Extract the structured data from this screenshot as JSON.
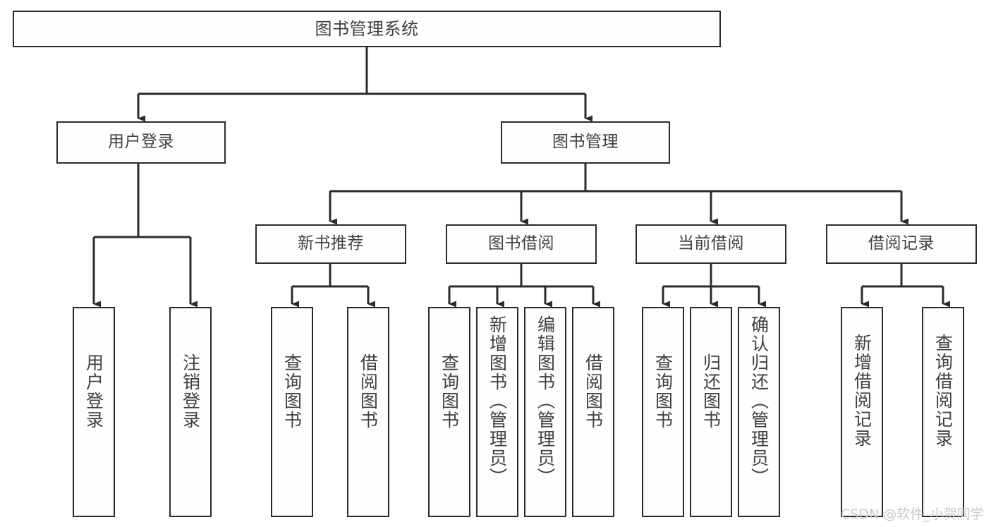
{
  "diagram": {
    "title": "图书管理系统",
    "type": "tree-hierarchy",
    "stroke_color": "#2b2b2b",
    "fill_color": "#fefefe",
    "text_color": "#3f3f3f",
    "background": "#ffffff"
  },
  "nodes": {
    "root": {
      "label": "图书管理系统",
      "level": 1
    },
    "level2": [
      {
        "id": "user-login",
        "label": "用户登录"
      },
      {
        "id": "book-management",
        "label": "图书管理"
      }
    ],
    "level3": [
      {
        "id": "new-book-recommend",
        "label": "新书推荐",
        "parent": "book-management"
      },
      {
        "id": "book-borrow",
        "label": "图书借阅",
        "parent": "book-management"
      },
      {
        "id": "current-borrow",
        "label": "当前借阅",
        "parent": "book-management"
      },
      {
        "id": "borrow-record",
        "label": "借阅记录",
        "parent": "book-management"
      }
    ],
    "leaves": [
      {
        "id": "leaf-user-login",
        "label": "用户登录",
        "parent": "user-login"
      },
      {
        "id": "leaf-logout-login",
        "label": "注销登录",
        "parent": "user-login"
      },
      {
        "id": "leaf-query-book-1",
        "label": "查询图书",
        "parent": "new-book-recommend"
      },
      {
        "id": "leaf-borrow-book-1",
        "label": "借阅图书",
        "parent": "new-book-recommend"
      },
      {
        "id": "leaf-query-book-2",
        "label": "查询图书",
        "parent": "book-borrow"
      },
      {
        "id": "leaf-add-book",
        "label": "新增图书（管理员）",
        "parent": "book-borrow"
      },
      {
        "id": "leaf-edit-book",
        "label": "编辑图书（管理员）",
        "parent": "book-borrow"
      },
      {
        "id": "leaf-borrow-book-2",
        "label": "借阅图书",
        "parent": "book-borrow"
      },
      {
        "id": "leaf-query-book-3",
        "label": "查询图书",
        "parent": "current-borrow"
      },
      {
        "id": "leaf-return-book",
        "label": "归还图书",
        "parent": "current-borrow"
      },
      {
        "id": "leaf-confirm-return",
        "label": "确认归还（管理员）",
        "parent": "current-borrow"
      },
      {
        "id": "leaf-add-record",
        "label": "新增借阅记录",
        "parent": "borrow-record"
      },
      {
        "id": "leaf-query-record",
        "label": "查询借阅记录",
        "parent": "borrow-record"
      }
    ]
  },
  "watermark": {
    "text": "CSDN @软件_小贺同学"
  }
}
